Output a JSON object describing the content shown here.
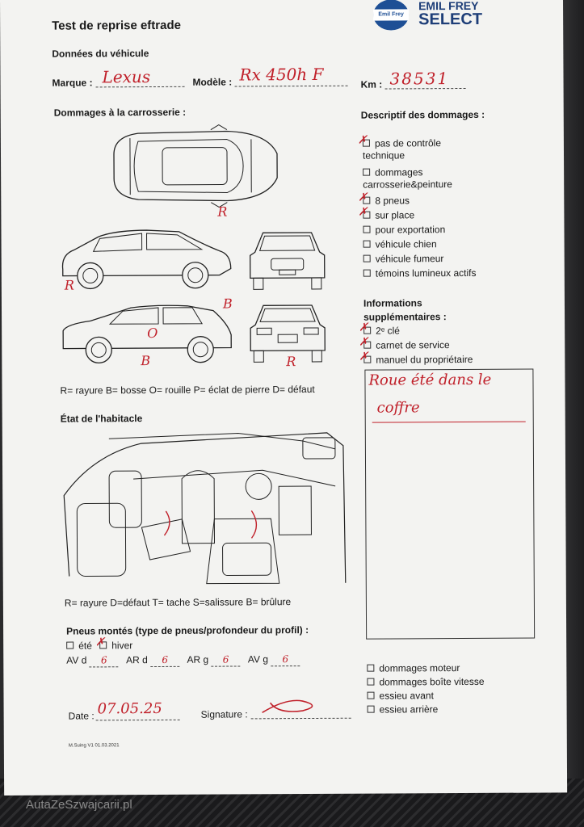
{
  "title": "Test de reprise eftrade",
  "logo": {
    "badge": "Emil Frey",
    "line1": "EMIL FREY",
    "line2": "SELECT"
  },
  "vehicle": {
    "section": "Données du véhicule",
    "marque_label": "Marque :",
    "marque_value": "Lexus",
    "modele_label": "Modèle :",
    "modele_value": "Rx 450h F",
    "km_label": "Km :",
    "km_value": "38531"
  },
  "body_damage": {
    "section": "Dommages à la carrosserie :",
    "legend": "R= rayure B= bosse O= rouille P= éclat de pierre D= défaut",
    "marks": [
      "R",
      "R",
      "B",
      "O",
      "B",
      "R"
    ]
  },
  "damage_description": {
    "section": "Descriptif des dommages :",
    "items": [
      {
        "label": "pas de contrôle technique",
        "checked": true
      },
      {
        "label": "dommages carrosserie&peinture",
        "checked": false
      },
      {
        "label": "8 pneus",
        "checked": true
      },
      {
        "label": "sur place",
        "checked": true
      },
      {
        "label": "pour exportation",
        "checked": false
      },
      {
        "label": "véhicule chien",
        "checked": false
      },
      {
        "label": "véhicule fumeur",
        "checked": false
      },
      {
        "label": "témoins lumineux actifs",
        "checked": false
      }
    ]
  },
  "extra_info": {
    "section": "Informations supplémentaires :",
    "items": [
      {
        "label": "2ᵉ clé",
        "checked": true
      },
      {
        "label": "carnet de service",
        "checked": true
      },
      {
        "label": "manuel du propriétaire",
        "checked": true
      }
    ],
    "note_line1": "Roue été dans le",
    "note_line2": "coffre"
  },
  "interior": {
    "section": "État de l'habitacle",
    "legend": "R= rayure D=défaut T= tache S=salissure B= brûlure"
  },
  "tires": {
    "section": "Pneus montés (type de pneus/profondeur du profil) :",
    "ete": "été",
    "hiver": "hiver",
    "av_d_label": "AV d",
    "av_d": "6",
    "ar_d_label": "AR d",
    "ar_d": "6",
    "ar_g_label": "AR g",
    "ar_g": "6",
    "av_g_label": "AV g",
    "av_g": "6"
  },
  "bottom_checks": [
    {
      "label": "dommages moteur"
    },
    {
      "label": "dommages boîte vitesse"
    },
    {
      "label": "essieu avant"
    },
    {
      "label": "essieu arrière"
    }
  ],
  "date_label": "Date :",
  "date_value": "07.05.25",
  "signature_label": "Signature :",
  "footer": "M.Suing V1 01.03.2021",
  "watermark": "AutaZeSzwajcarii.pl"
}
